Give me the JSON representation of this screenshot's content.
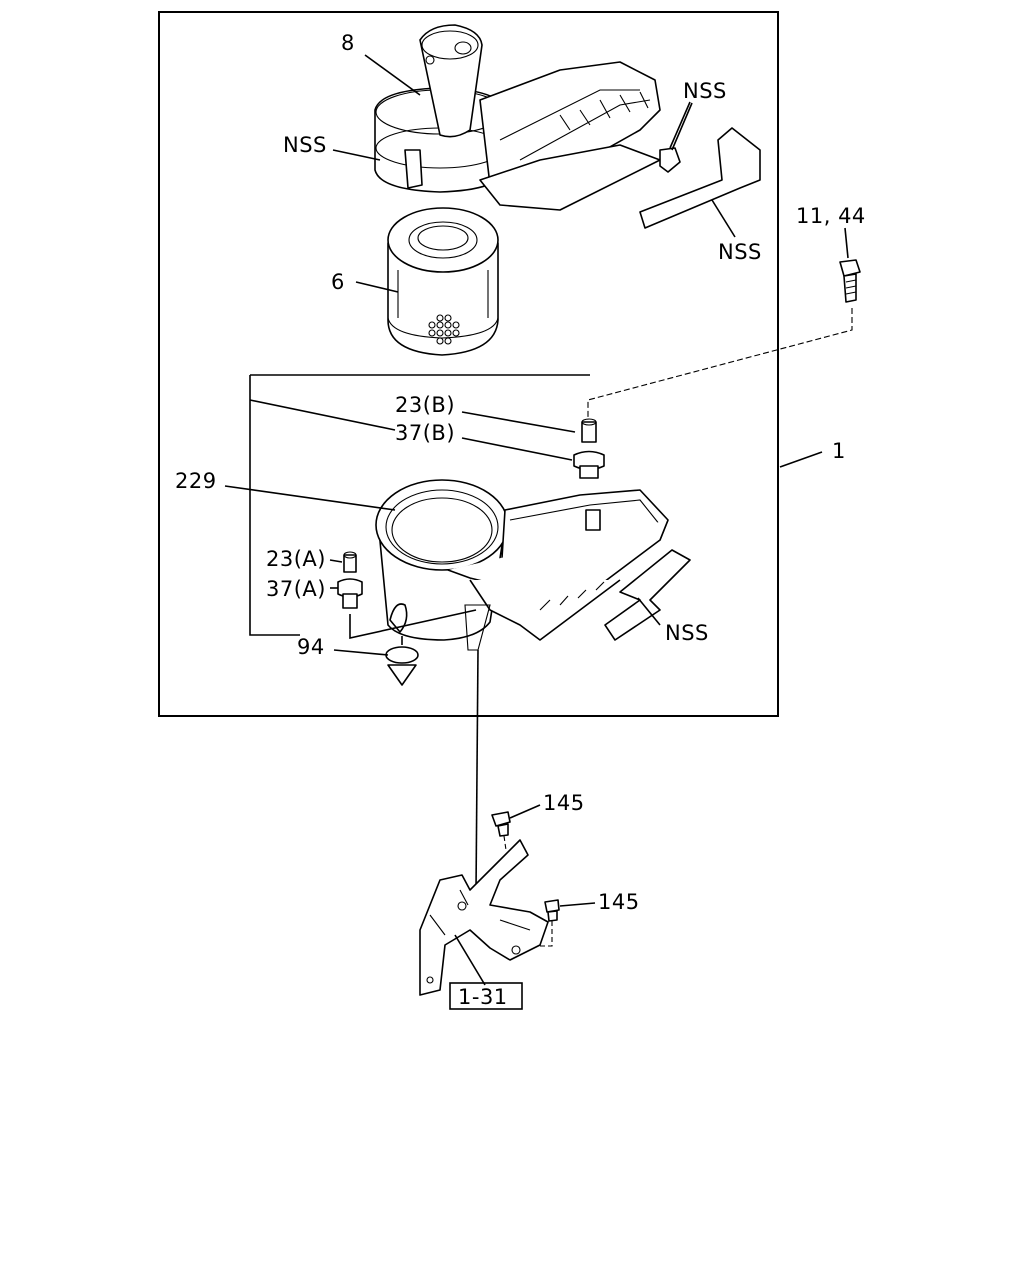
{
  "labels": {
    "part_8": "8",
    "nss_top_left": "NSS",
    "nss_top_right": "NSS",
    "nss_hose": "NSS",
    "part_11_44": "11, 44",
    "part_6": "6",
    "part_23b": "23(B)",
    "part_37b": "37(B)",
    "part_1": "1",
    "part_229": "229",
    "part_23a": "23(A)",
    "part_37a": "37(A)",
    "nss_lower": "NSS",
    "part_94": "94",
    "part_145_upper": "145",
    "part_145_lower": "145",
    "ref_1_31": "1-31"
  }
}
